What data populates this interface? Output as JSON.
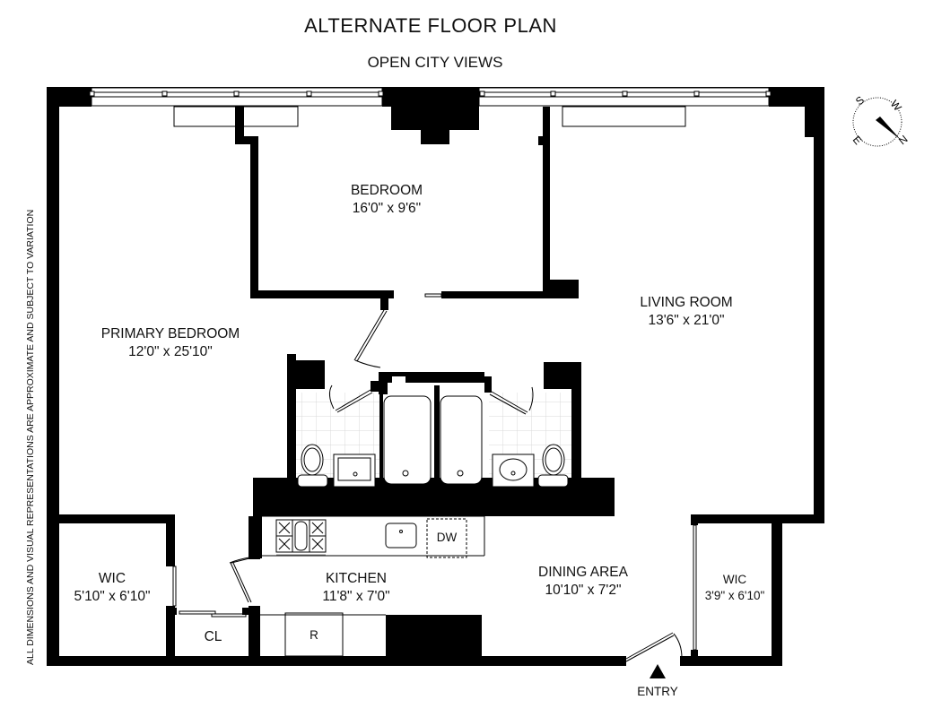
{
  "header": {
    "title": "ALTERNATE FLOOR PLAN",
    "subtitle": "OPEN CITY VIEWS"
  },
  "disclaimer": "ALL DIMENSIONS AND VISUAL REPRESENTATIONS ARE APPROXIMATE AND SUBJECT TO VARIATION",
  "compass": {
    "icon": "compass-rose-icon",
    "letters": [
      "S",
      "W",
      "N",
      "E"
    ]
  },
  "rooms": {
    "bedroom": {
      "name": "BEDROOM",
      "size": "16'0\" x 9'6\""
    },
    "primary_bedroom": {
      "name": "PRIMARY BEDROOM",
      "size": "12'0\" x 25'10\""
    },
    "living_room": {
      "name": "LIVING ROOM",
      "size": "13'6\" x 21'0\""
    },
    "kitchen": {
      "name": "KITCHEN",
      "size": "11'8\" x 7'0\""
    },
    "dining_area": {
      "name": "DINING AREA",
      "size": "10'10\" x 7'2\""
    },
    "wic_left": {
      "name": "WIC",
      "size": "5'10\" x 6'10\""
    },
    "wic_right": {
      "name": "WIC",
      "size": "3'9\" x 6'10\""
    },
    "closet": {
      "name": "CL"
    }
  },
  "fixtures": {
    "dishwasher": "DW",
    "refrigerator": "R"
  },
  "entry": {
    "label": "ENTRY",
    "icon": "entry-arrow-icon"
  },
  "colors": {
    "wall": "#000000",
    "background": "#ffffff",
    "tile": "#d9d9d9"
  }
}
